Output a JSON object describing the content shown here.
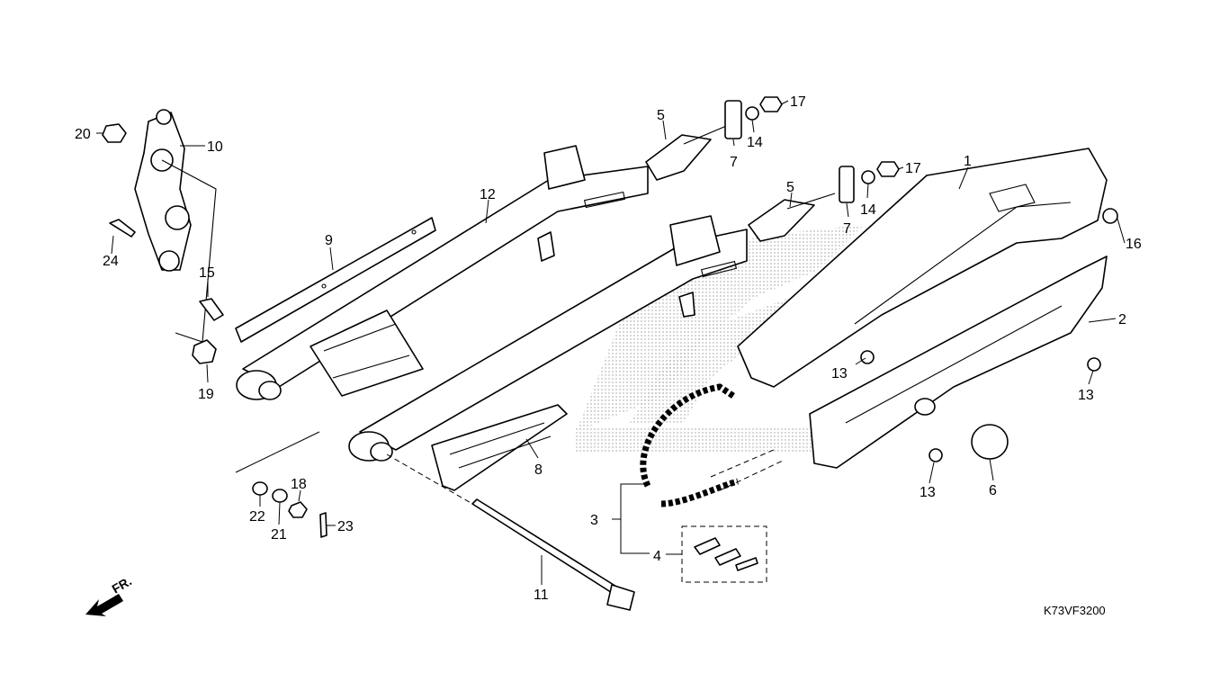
{
  "diagram": {
    "code": "K73VF3200",
    "direction_label": "FR.",
    "parts": [
      {
        "id": "1",
        "label": "1"
      },
      {
        "id": "2",
        "label": "2"
      },
      {
        "id": "3",
        "label": "3"
      },
      {
        "id": "4",
        "label": "4"
      },
      {
        "id": "5a",
        "label": "5"
      },
      {
        "id": "5b",
        "label": "5"
      },
      {
        "id": "6",
        "label": "6"
      },
      {
        "id": "7a",
        "label": "7"
      },
      {
        "id": "7b",
        "label": "7"
      },
      {
        "id": "8",
        "label": "8"
      },
      {
        "id": "9",
        "label": "9"
      },
      {
        "id": "10",
        "label": "10"
      },
      {
        "id": "11",
        "label": "11"
      },
      {
        "id": "12",
        "label": "12"
      },
      {
        "id": "13a",
        "label": "13"
      },
      {
        "id": "13b",
        "label": "13"
      },
      {
        "id": "13c",
        "label": "13"
      },
      {
        "id": "14a",
        "label": "14"
      },
      {
        "id": "14b",
        "label": "14"
      },
      {
        "id": "15",
        "label": "15"
      },
      {
        "id": "16",
        "label": "16"
      },
      {
        "id": "17a",
        "label": "17"
      },
      {
        "id": "17b",
        "label": "17"
      },
      {
        "id": "18",
        "label": "18"
      },
      {
        "id": "19",
        "label": "19"
      },
      {
        "id": "20",
        "label": "20"
      },
      {
        "id": "21",
        "label": "21"
      },
      {
        "id": "22",
        "label": "22"
      },
      {
        "id": "23",
        "label": "23"
      },
      {
        "id": "24",
        "label": "24"
      }
    ]
  }
}
